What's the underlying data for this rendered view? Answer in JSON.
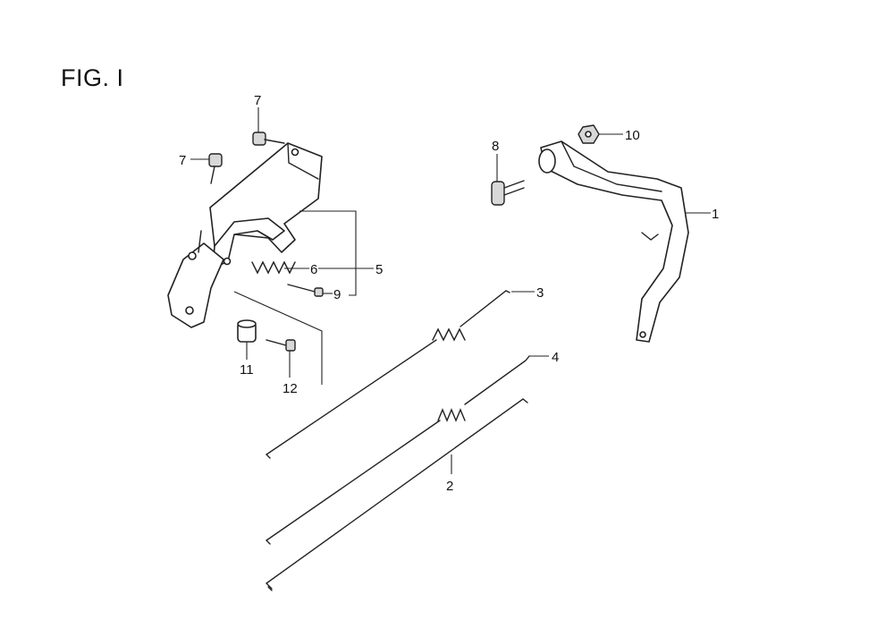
{
  "figure": {
    "title": "FIG. I"
  },
  "callouts": {
    "c1": "1",
    "c2": "2",
    "c3": "3",
    "c4": "4",
    "c5": "5",
    "c6": "6",
    "c7a": "7",
    "c7b": "7",
    "c8": "8",
    "c9": "9",
    "c10": "10",
    "c11": "11",
    "c12": "12"
  }
}
